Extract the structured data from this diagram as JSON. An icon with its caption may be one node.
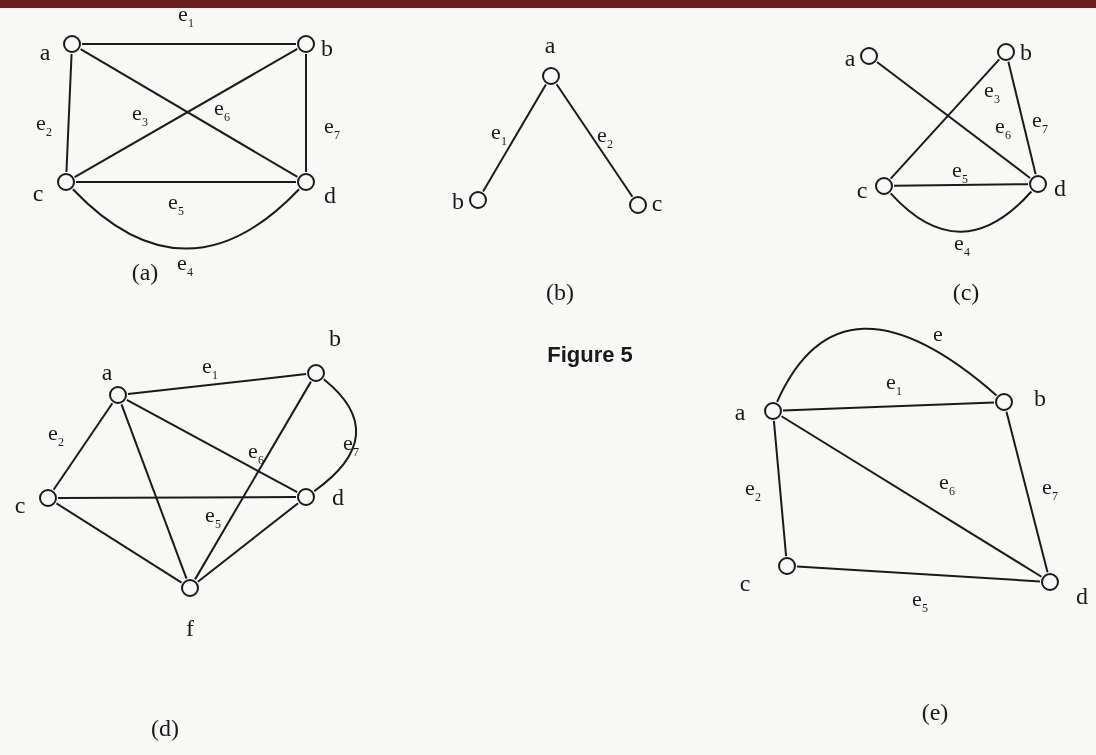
{
  "diagram": {
    "title": "Figure 5",
    "nodes": [
      {
        "text": [],
        "shape": "circle",
        "beside": [
          "a"
        ]
      },
      {
        "text": [],
        "shape": "circle",
        "beside": [
          "b"
        ]
      },
      {
        "text": [],
        "shape": "circle",
        "beside": [
          "c"
        ]
      },
      {
        "text": [],
        "shape": "circle",
        "beside": [
          "d"
        ]
      },
      {
        "text": [],
        "shape": "circle",
        "beside": [
          "a"
        ]
      },
      {
        "text": [],
        "shape": "circle",
        "beside": [
          "b"
        ]
      },
      {
        "text": [],
        "shape": "circle",
        "beside": [
          "c"
        ]
      },
      {
        "text": [],
        "shape": "circle",
        "beside": [
          "a"
        ]
      },
      {
        "text": [],
        "shape": "circle",
        "beside": [
          "b"
        ]
      },
      {
        "text": [],
        "shape": "circle",
        "beside": [
          "c"
        ]
      },
      {
        "text": [],
        "shape": "circle",
        "beside": [
          "d"
        ]
      },
      {
        "text": [],
        "shape": "circle",
        "beside": [
          "a"
        ]
      },
      {
        "text": [],
        "shape": "circle",
        "beside": [
          "b"
        ]
      },
      {
        "text": [],
        "shape": "circle",
        "beside": [
          "c"
        ]
      },
      {
        "text": [],
        "shape": "circle",
        "beside": [
          "d"
        ]
      },
      {
        "text": [],
        "shape": "circle",
        "beside": [
          "f"
        ]
      },
      {
        "text": [],
        "shape": "circle",
        "beside": [
          "a"
        ]
      },
      {
        "text": [],
        "shape": "circle",
        "beside": [
          "b"
        ]
      },
      {
        "text": [],
        "shape": "circle",
        "beside": [
          "c"
        ]
      },
      {
        "text": [],
        "shape": "circle",
        "beside": [
          "d"
        ]
      }
    ],
    "edges": [
      {
        "from": 0,
        "to": 1,
        "arrow": "none",
        "label": "e$_{1}$"
      },
      {
        "from": 0,
        "to": 2,
        "arrow": "none",
        "label": "e$_{2}$"
      },
      {
        "from": 2,
        "to": 1,
        "arrow": "none",
        "label": "e$_{3}$"
      },
      {
        "from": 0,
        "to": 3,
        "arrow": "none",
        "label": "e$_{6}$"
      },
      {
        "from": 1,
        "to": 3,
        "arrow": "none",
        "label": "e$_{7}$"
      },
      {
        "from": 2,
        "to": 3,
        "arrow": "none",
        "label": "e$_{5}$"
      },
      {
        "from": 2,
        "to": 3,
        "arrow": "none",
        "label": "e$_{4}$"
      },
      {
        "from": 4,
        "to": 5,
        "arrow": "none",
        "label": "e$_{1}$"
      },
      {
        "from": 4,
        "to": 6,
        "arrow": "none",
        "label": "e$_{2}$"
      },
      {
        "from": 7,
        "to": 10,
        "arrow": "none",
        "label": "e$_{6}$"
      },
      {
        "from": 9,
        "to": 8,
        "arrow": "none",
        "label": "e$_{3}$"
      },
      {
        "from": 8,
        "to": 10,
        "arrow": "none",
        "label": "e$_{7}$"
      },
      {
        "from": 9,
        "to": 10,
        "arrow": "none",
        "label": "e$_{5}$"
      },
      {
        "from": 9,
        "to": 10,
        "arrow": "none",
        "label": "e$_{4}$"
      },
      {
        "from": 11,
        "to": 12,
        "arrow": "none",
        "label": "e$_{1}$"
      },
      {
        "from": 11,
        "to": 13,
        "arrow": "none",
        "label": "e$_{2}$"
      },
      {
        "from": 11,
        "to": 14,
        "arrow": "none",
        "label": "e$_{6}$"
      },
      {
        "from": 12,
        "to": 14,
        "arrow": "none",
        "label": "e$_{7}$"
      },
      {
        "from": 13,
        "to": 14,
        "arrow": "none",
        "label": "e$_{5}$"
      },
      {
        "from": 11,
        "to": 15,
        "arrow": "none"
      },
      {
        "from": 13,
        "to": 15,
        "arrow": "none"
      },
      {
        "from": 12,
        "to": 15,
        "arrow": "none"
      },
      {
        "from": 14,
        "to": 15,
        "arrow": "none"
      },
      {
        "from": 16,
        "to": 17,
        "arrow": "none",
        "label": "e"
      },
      {
        "from": 16,
        "to": 17,
        "arrow": "none",
        "label": "e$_{1}$"
      },
      {
        "from": 16,
        "to": 18,
        "arrow": "none",
        "label": "e$_{2}$"
      },
      {
        "from": 16,
        "to": 19,
        "arrow": "none",
        "label": "e$_{6}$"
      },
      {
        "from": 17,
        "to": 19,
        "arrow": "none",
        "label": "e$_{7}$"
      },
      {
        "from": 18,
        "to": 19,
        "arrow": "none",
        "label": "e$_{5}$"
      }
    ],
    "labels": [
      "(a)",
      "(b)",
      "(c)",
      "(d)",
      "(e)"
    ]
  }
}
